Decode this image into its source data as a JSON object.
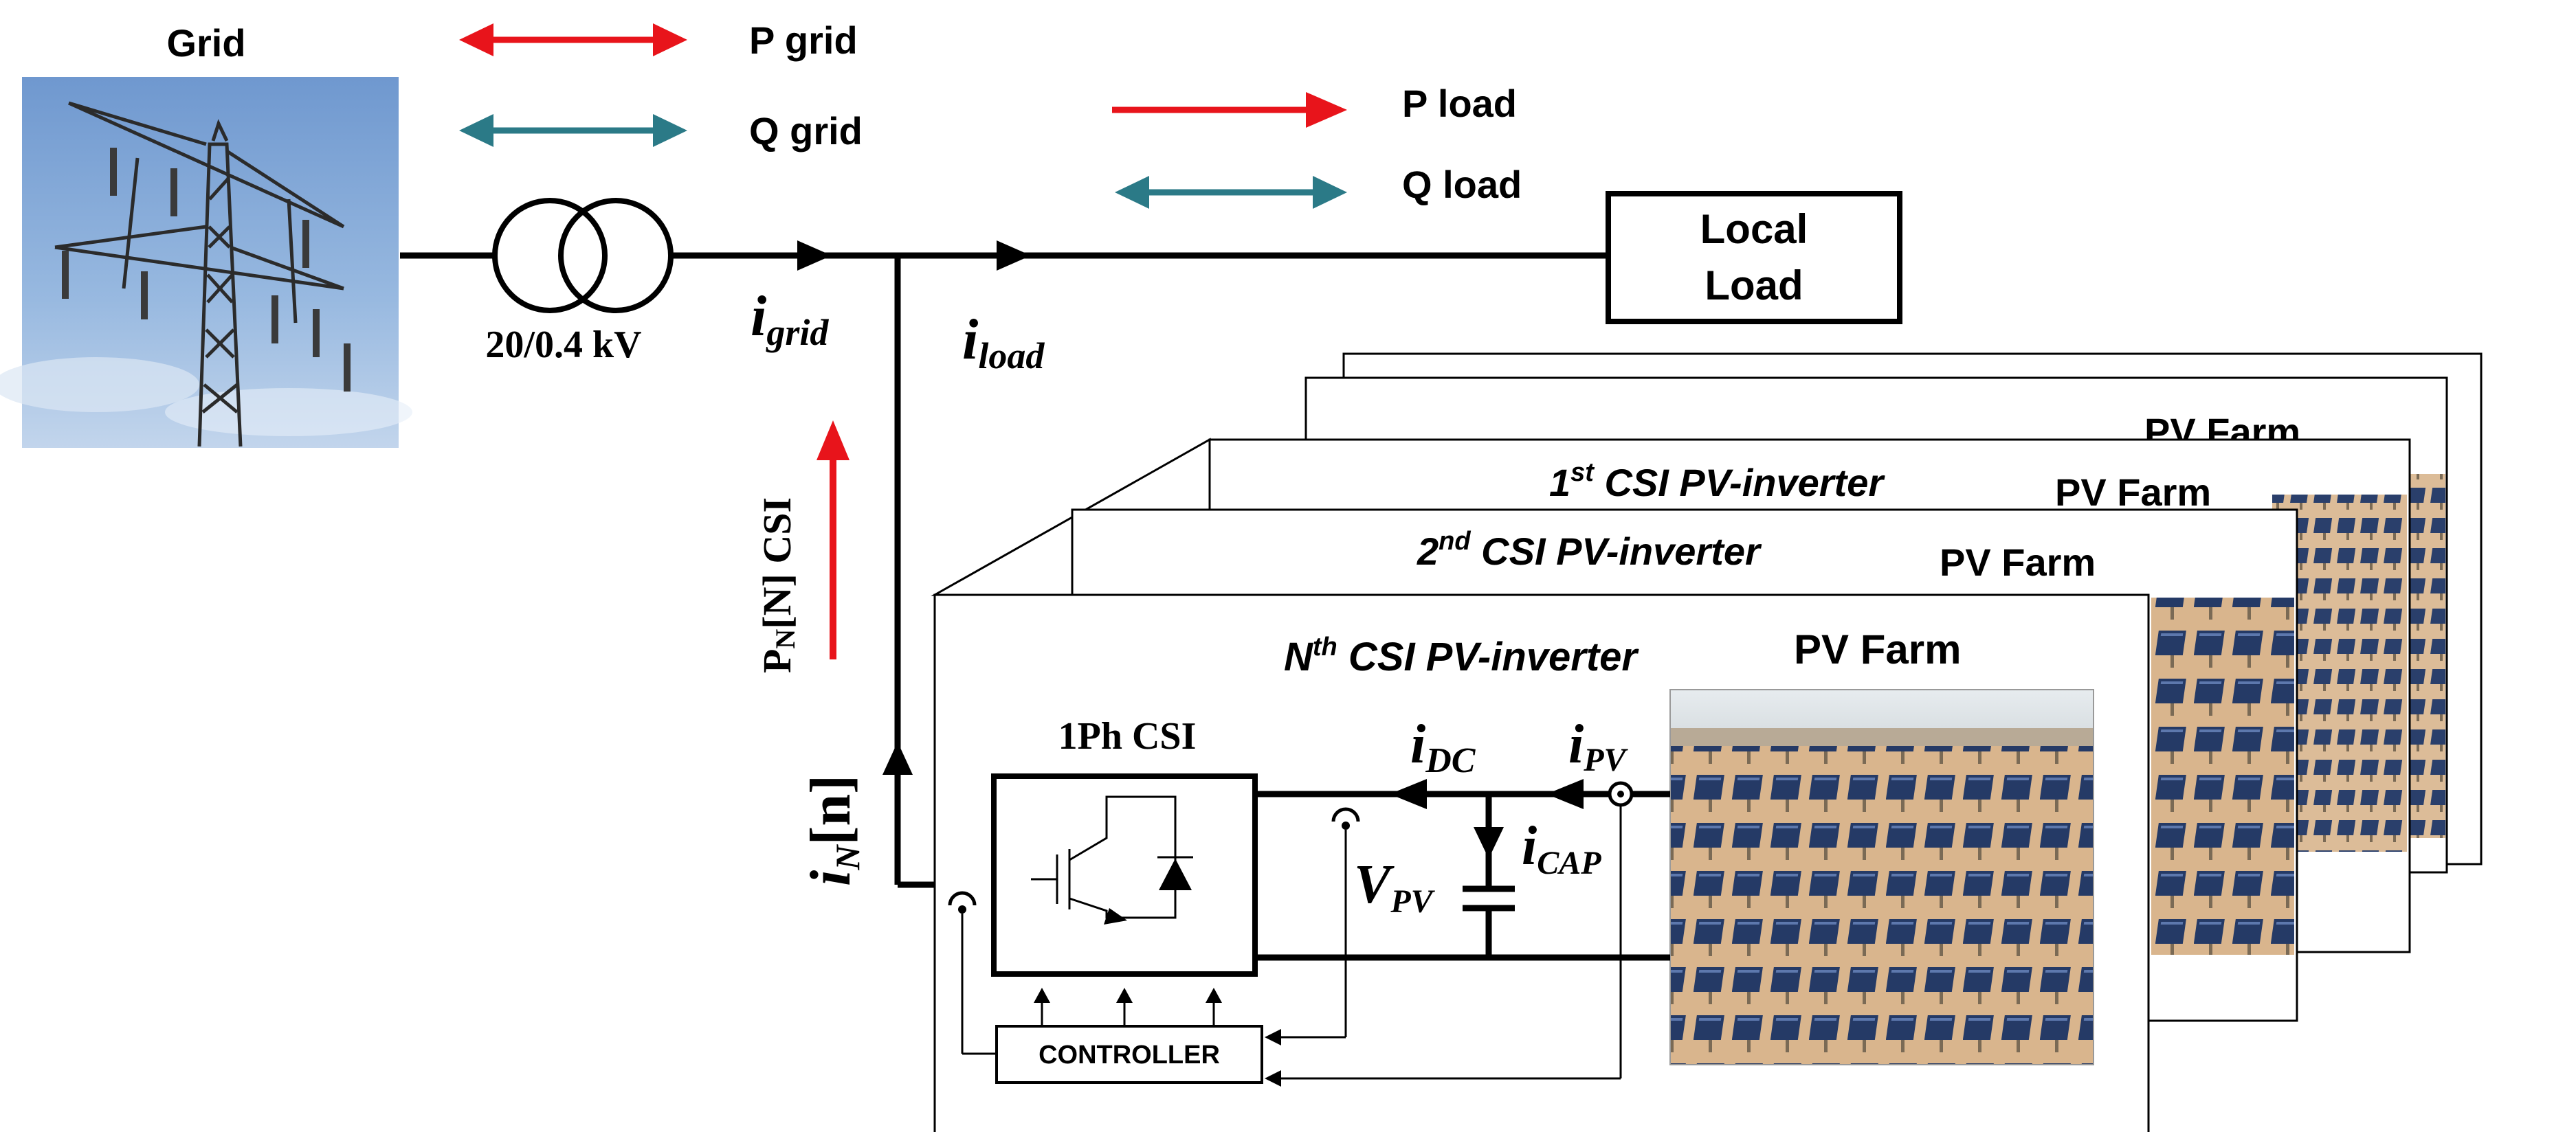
{
  "grid": {
    "title": "Grid",
    "transformer_rating": "20/0.4 kV"
  },
  "legend": {
    "p_grid": "P grid",
    "q_grid": "Q grid",
    "p_load": "P load",
    "q_load": "Q load"
  },
  "load": {
    "line1": "Local",
    "line2": "Load"
  },
  "currents": {
    "i_grid_main": "i",
    "i_grid_sub": "grid",
    "i_load_main": "i",
    "i_load_sub": "load",
    "i_n_main": "i",
    "i_n_sub": "N",
    "i_n_suffix": "[n]",
    "i_dc_main": "i",
    "i_dc_sub": "DC",
    "i_pv_main": "i",
    "i_pv_sub": "PV",
    "i_cap_main": "i",
    "i_cap_sub": "CAP",
    "v_pv_main": "V",
    "v_pv_sub": "PV"
  },
  "power_label": {
    "p": "P",
    "sub": "N",
    "rest": "[N] CSI"
  },
  "inverters": {
    "first_pre": "1",
    "first_sup": "st",
    "first_post": " CSI PV-inverter",
    "second_pre": "2",
    "second_sup": "nd",
    "second_post": " CSI PV-inverter",
    "nth_pre": "N",
    "nth_sup": "th",
    "nth_post": " CSI PV-inverter"
  },
  "pv_farm": {
    "label": "PV Farm",
    "label_partial": "PV Farm"
  },
  "csi_block": {
    "title": "1Ph CSI"
  },
  "controller": {
    "label": "CONTROLLER"
  },
  "colors": {
    "red_arrow": "#e8141b",
    "teal_arrow": "#2b7a87",
    "sky": "#7fa6d6",
    "pv_panel": "#2a3d66",
    "sand": "#d8b48a"
  }
}
